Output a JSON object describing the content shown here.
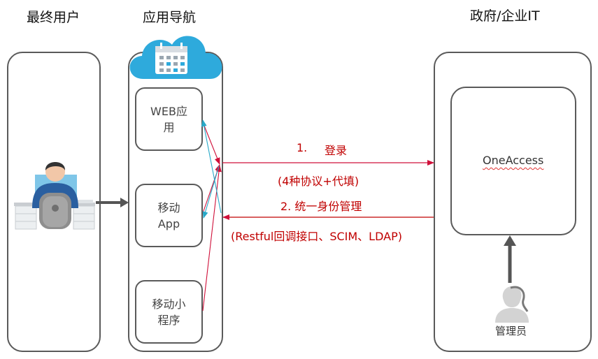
{
  "columns": {
    "end_user": "最终用户",
    "app_nav": "应用导航",
    "gov": "政府/企业IT"
  },
  "apps": {
    "web": "WEB应\n用",
    "mobile": "移动\nApp",
    "mini": "移动小\n程序"
  },
  "oneaccess": "OneAccess",
  "flows": {
    "login_num": "1.",
    "login": "登录",
    "login_detail": "(4种协议+代填)",
    "identity": "2. 统一身份管理",
    "identity_detail": "(Restful回调接口、SCIM、LDAP)"
  },
  "admin": "管理员",
  "colors": {
    "border": "#5a5a5a",
    "red": "#c00000",
    "cloud": "#2eaadc",
    "teal": "#28a9c8",
    "dark_arrow": "#555555"
  },
  "icons": [
    "cloud-calendar-icon",
    "desk-user-icon",
    "admin-person-icon"
  ]
}
